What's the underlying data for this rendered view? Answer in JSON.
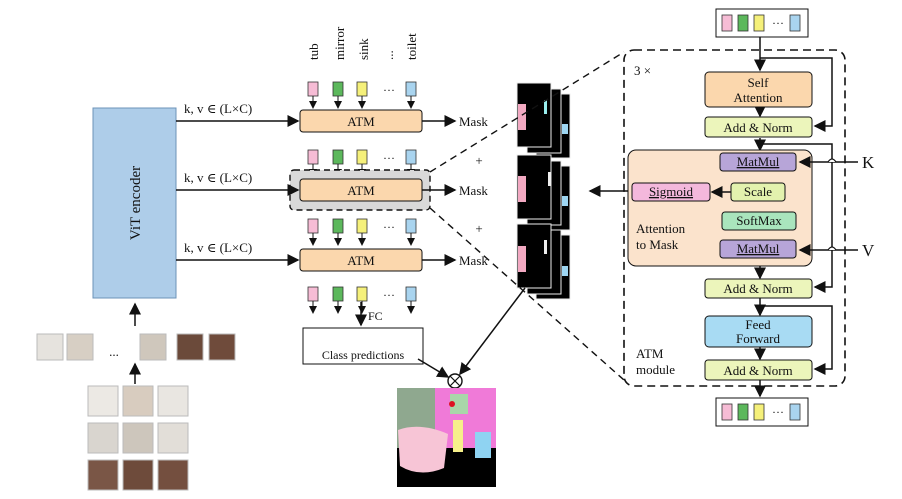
{
  "vit_encoder": {
    "label": "ViT encoder"
  },
  "kv_labels": [
    "k, v ∈ (L×C)",
    "k, v ∈ (L×C)",
    "k, v ∈ (L×C)"
  ],
  "atm_blocks": [
    "ATM",
    "ATM",
    "ATM"
  ],
  "mask_labels": [
    "Mask",
    "Mask",
    "Mask"
  ],
  "plus_signs": [
    "+",
    "+"
  ],
  "class_names": [
    "tub",
    "mirror",
    "sink",
    "...",
    "toilet"
  ],
  "dots": "···",
  "fc_label": "FC",
  "class_predictions": "Class predictions",
  "ellipsis": "...",
  "module": {
    "repeat": "3 ×",
    "self_attention": [
      "Self",
      "Attention"
    ],
    "add_norm": "Add & Norm",
    "matmul": "MatMul",
    "scale": "Scale",
    "softmax": "SoftMax",
    "sigmoid": "Sigmoid",
    "attention_to_mask": [
      "Attention",
      "to Mask"
    ],
    "feed_forward": [
      "Feed",
      "Forward"
    ],
    "k": "K",
    "v": "V",
    "title": [
      "ATM",
      "module"
    ]
  },
  "colors": {
    "token_pink": "#f6bcd5",
    "token_green": "#5cb85c",
    "token_yellow": "#f5f07a",
    "token_blue": "#a9d4ef",
    "atm_orange": "#fbd7ad",
    "vit_blue": "#aecde9",
    "add_norm": "#ecf5bb",
    "matmul": "#b7a5d8",
    "scale": "#e3f2ae",
    "softmax": "#a9e5bd",
    "sigmoid": "#f4b8dc",
    "feed_forward": "#a8dbf3",
    "attention_region": "#fbe3cc"
  }
}
